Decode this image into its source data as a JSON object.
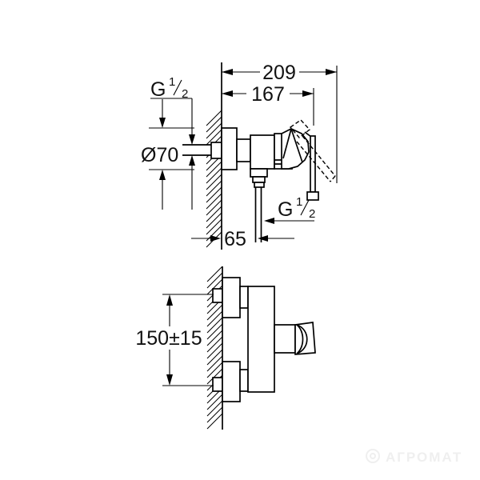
{
  "drawing_title": "shower-mixer-installation-diagram",
  "colors": {
    "line": "#000000",
    "background": "#ffffff",
    "watermark": "#efefef"
  },
  "top_view": {
    "dim_width_full": "209",
    "dim_width_body": "167",
    "dim_outlet_offset": "65",
    "diameter_label": "Ø70",
    "thread_inlet": {
      "base": "G",
      "num": "1",
      "den": "2"
    },
    "thread_outlet": {
      "base": "G",
      "num": "1",
      "den": "2"
    }
  },
  "front_view": {
    "dim_height": "150±15"
  },
  "watermark": {
    "icon": "flower-logo-icon",
    "text": "АГРОМАТ"
  }
}
